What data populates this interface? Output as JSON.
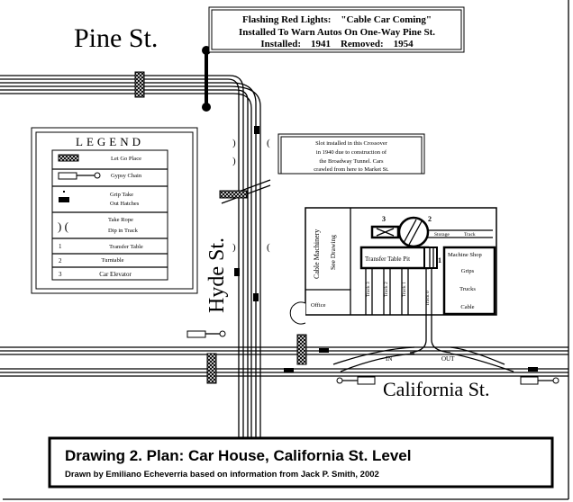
{
  "streets": {
    "pine": "Pine St.",
    "hyde": "Hyde St.",
    "california": "California St."
  },
  "signal_note": {
    "line1": "Flashing Red Lights:    \"Cable Car Coming\"",
    "line2": "Installed To Warn Autos On One-Way Pine St.",
    "line3": "Installed:    1941    Removed:    1954"
  },
  "crossover_note": {
    "line1": "Slot installed in this Crossover",
    "line2": "in 1940 due to construction of",
    "line3": "the Broadway Tunnel.  Cars",
    "line4": "crawled from here to Market St."
  },
  "legend": {
    "title": "LEGEND",
    "items": [
      {
        "symbol": "hatch",
        "label": "Let Go Place"
      },
      {
        "symbol": "chain",
        "label": "Gypsy Chain"
      },
      {
        "symbol": "hatches",
        "label": "Grip Take\nOut Hatches",
        "label1": "Grip Take",
        "label2": "Out Hatches"
      },
      {
        "symbol": "parens",
        "label1": "Take Rope",
        "label2": "Dip in Track"
      },
      {
        "symbol": "1",
        "label": "Transfer Table"
      },
      {
        "symbol": "2",
        "label": "Turntable"
      },
      {
        "symbol": "3",
        "label": "Car Elevator"
      }
    ]
  },
  "car_house": {
    "cable_machinery": "Cable Machinery",
    "see_drawing": "See Drawing",
    "office": "Office",
    "transfer_table_pit": "Transfer Table Pit",
    "storage_track": "Storage",
    "storage_track2": "Track",
    "machine_shop": "Machine Shop",
    "grips": "Grips",
    "trucks": "Trucks",
    "cable": "Cable",
    "label_3": "3",
    "label_2": "2",
    "label_1": "1",
    "tracks": [
      "Track 3",
      "Track 2",
      "Track 1",
      "Track 0"
    ]
  },
  "track_labels": {
    "in": "IN",
    "out": "OUT"
  },
  "title_block": {
    "title": "Drawing 2.  Plan:  Car House, California St. Level",
    "credit": "Drawn by Emiliano Echeverria based on information from Jack P. Smith, 2002"
  }
}
